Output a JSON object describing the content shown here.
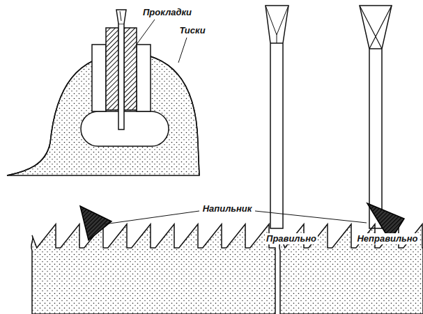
{
  "diagram": {
    "labels": [
      "Прокладки",
      "Тиски",
      "Правильно",
      "Неправильно",
      "Напильник"
    ]
  }
}
